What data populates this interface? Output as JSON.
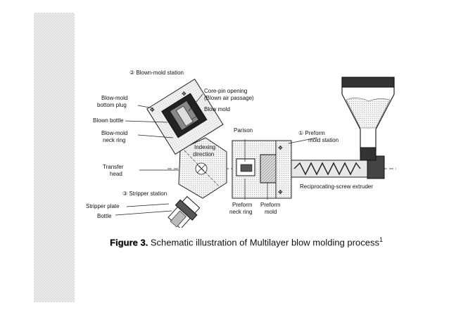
{
  "diagram": {
    "labels": {
      "blown_mold_station": "② Blown-mold station",
      "blow_mold_bottom_plug_1": "Blow-mold",
      "blow_mold_bottom_plug_2": "bottom plug",
      "blown_bottle": "Blown bottle",
      "blow_mold_neck_ring_1": "Blow-mold",
      "blow_mold_neck_ring_2": "neck ring",
      "core_pin_opening_1": "Core-pin opening",
      "core_pin_opening_2": "(Blown air passage)",
      "blow_mold": "Blow mold",
      "parison": "Parison",
      "preform_mold_station_1": "① Preform",
      "preform_mold_station_2": "mold station",
      "indexing_direction_1": "Indexing",
      "indexing_direction_2": "direction",
      "transfer_head_1": "Transfer",
      "transfer_head_2": "head",
      "reciprocating_screw_extruder": "Reciprocating-screw extruder",
      "stripper_station": "③ Stripper station",
      "stripper_plate": "Stripper plate",
      "bottle": "Bottle",
      "preform_neck_ring_1": "Preform",
      "preform_neck_ring_2": "neck ring",
      "preform_mold_1": "Preform",
      "preform_mold_2": "mold"
    }
  },
  "caption": {
    "figure_label": "Figure 3.",
    "text": " Schematic illustration of  Multilayer blow molding process",
    "reference": "1"
  }
}
